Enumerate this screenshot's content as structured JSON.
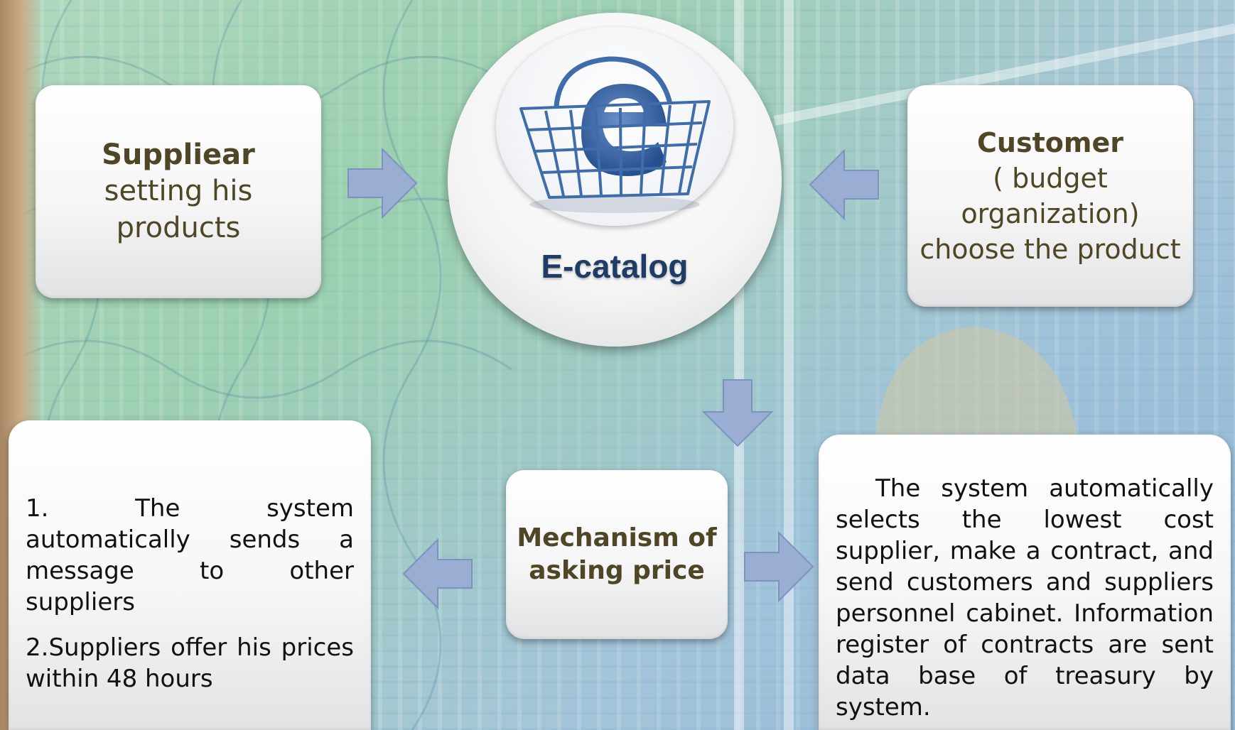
{
  "supplier": {
    "title": "Suppliear",
    "line1": "setting his",
    "line2": "products"
  },
  "ecatalog": {
    "title": "E-catalog"
  },
  "customer": {
    "title": "Customer",
    "line1": "( budget",
    "line2": "organization)",
    "line3": "choose the product"
  },
  "mechanism": {
    "line1": "Mechanism of",
    "line2": "asking price"
  },
  "left_info": {
    "p1": "1. The system automatically sends a message to other suppliers",
    "p2": "2.Suppliers offer his prices within 48 hours"
  },
  "right_info": {
    "text": "The system automatically selects the lowest cost supplier, make a contract, and send customers and suppliers personnel cabinet. Information register of contracts are sent data base of treasury by system."
  },
  "colors": {
    "title_blue": "#1f3c66",
    "olive_text": "#4f4626",
    "arrow_blue": "#9aaed3"
  }
}
